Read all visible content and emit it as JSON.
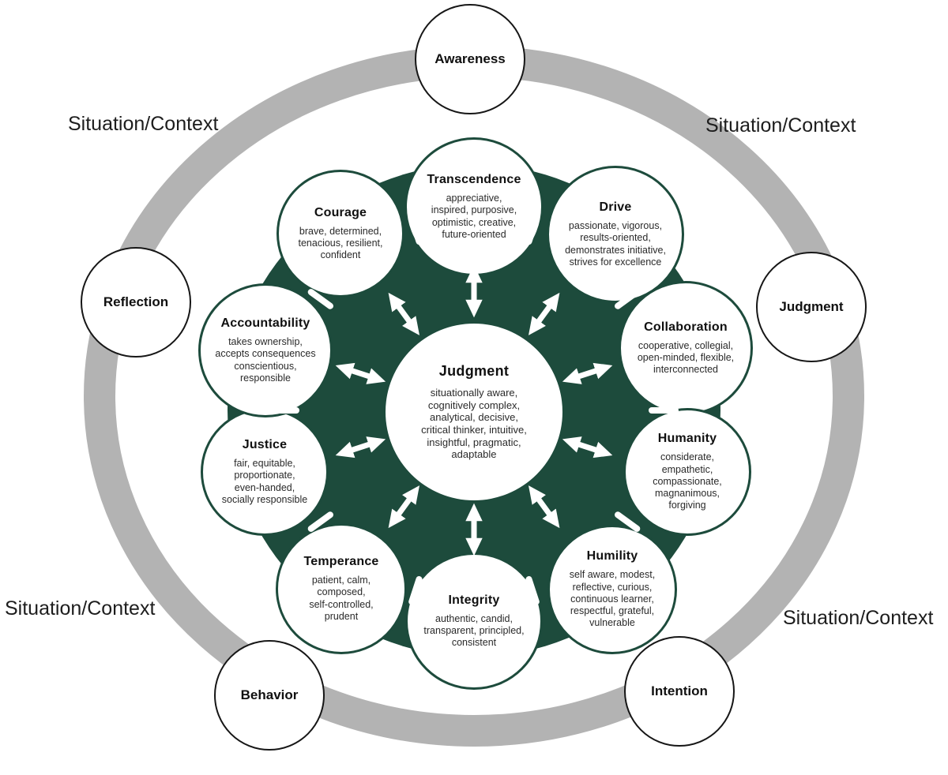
{
  "diagram": {
    "context_label": "Situation/Context",
    "ring_nodes": [
      {
        "label": "Awareness"
      },
      {
        "label": "Reflection"
      },
      {
        "label": "Judgment"
      },
      {
        "label": "Behavior"
      },
      {
        "label": "Intention"
      }
    ],
    "center": {
      "title": "Judgment",
      "traits": "situationally aware,\ncognitively complex,\nanalytical, decisive,\ncritical thinker, intuitive,\ninsightful, pragmatic,\nadaptable"
    },
    "virtues": [
      {
        "title": "Transcendence",
        "traits": "appreciative,\ninspired, purposive,\noptimistic, creative,\nfuture-oriented"
      },
      {
        "title": "Drive",
        "traits": "passionate, vigorous,\nresults-oriented,\ndemonstrates initiative,\nstrives for excellence"
      },
      {
        "title": "Collaboration",
        "traits": "cooperative, collegial,\nopen-minded, flexible,\ninterconnected"
      },
      {
        "title": "Humanity",
        "traits": "considerate,\nempathetic,\ncompassionate,\nmagnanimous,\nforgiving"
      },
      {
        "title": "Humility",
        "traits": "self aware, modest,\nreflective, curious,\ncontinuous learner,\nrespectful, grateful,\nvulnerable"
      },
      {
        "title": "Integrity",
        "traits": "authentic, candid,\ntransparent, principled,\nconsistent"
      },
      {
        "title": "Temperance",
        "traits": "patient, calm,\ncomposed,\nself-controlled,\nprudent"
      },
      {
        "title": "Justice",
        "traits": "fair, equitable,\nproportionate,\neven-handed,\nsocially responsible"
      },
      {
        "title": "Accountability",
        "traits": "takes ownership,\naccepts consequences\nconscientious,\nresponsible"
      },
      {
        "title": "Courage",
        "traits": "brave, determined,\ntenacious, resilient,\nconfident"
      }
    ],
    "colors": {
      "core_green": "#1d4b3c",
      "ring_gray": "#b3b3b3",
      "arrow_white": "#ffffff"
    }
  }
}
